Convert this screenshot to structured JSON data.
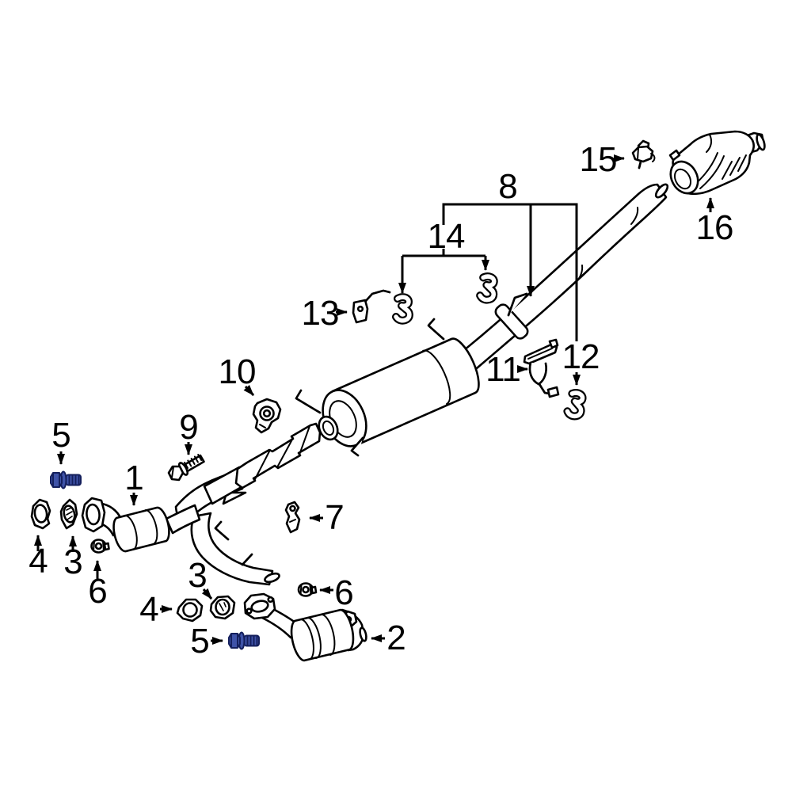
{
  "diagram": {
    "kind": "exploded-parts-line-diagram",
    "background_color": "#ffffff",
    "line_color": "#000000",
    "highlight_fill": "#3F53A8",
    "highlight_stroke": "#141F5C",
    "highlighted_callout": "5",
    "callouts": {
      "c1": "1",
      "c2": "2",
      "c3": "3",
      "c3b": "3",
      "c4": "4",
      "c4b": "4",
      "c5": "5",
      "c5b": "5",
      "c6": "6",
      "c6b": "6",
      "c7": "7",
      "c8": "8",
      "c9": "9",
      "c10": "10",
      "c11": "11",
      "c12": "12",
      "c13": "13",
      "c14": "14",
      "c15": "15",
      "c16": "16"
    }
  }
}
